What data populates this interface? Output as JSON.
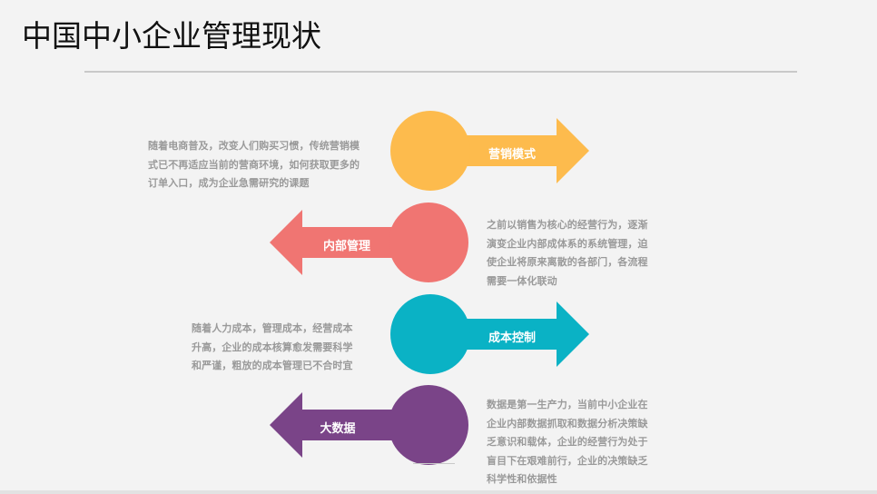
{
  "slide": {
    "title": "中国中小企业管理现状"
  },
  "items": [
    {
      "label": "营销模式",
      "color": "#fdbb4d",
      "direction": "right",
      "description": [
        "随着电商普及，改变人们购买习惯，传统营销模",
        "式已不再适应当前的营商环境，如何获取更多的",
        "订单入口，成为企业急需研究的课题"
      ]
    },
    {
      "label": "内部管理",
      "color": "#f07572",
      "direction": "left",
      "description": [
        "之前以销售为核心的经营行为，逐渐",
        "演变企业内部成体系的系统管理，迫",
        "使企业将原来离散的各部门，各流程",
        "需要一体化联动"
      ]
    },
    {
      "label": "成本控制",
      "color": "#0ab2c5",
      "direction": "right",
      "description": [
        "随着人力成本，管理成本，经营成本",
        "升高，企业的成本核算愈发需要科学",
        "和严谨，粗放的成本管理已不合时宜"
      ]
    },
    {
      "label": "大数据",
      "color": "#7a4488",
      "direction": "left",
      "description": [
        "数据是第一生产力，当前中小企业在",
        "企业内部数据抓取和数据分析决策缺",
        "乏意识和载体，企业的经营行为处于",
        "盲目下在艰难前行，企业的决策缺乏",
        "科学性和依据性"
      ]
    }
  ]
}
